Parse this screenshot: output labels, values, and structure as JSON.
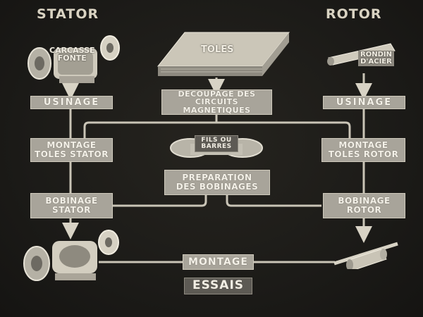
{
  "stator": {
    "title": "STATOR",
    "frame_label": "CARCASSE\nFONTE",
    "machining": "USINAGE",
    "stack": "MONTAGE\nTOLES STATOR",
    "winding": "BOBINAGE\nSTATOR"
  },
  "center": {
    "sheets_label": "TOLES",
    "cutting": "DECOUPAGE DES\nCIRCUITS MAGNETIQUES",
    "wires_label": "FILS OU\nBARRES",
    "prep": "PREPARATION\nDES BOBINAGES",
    "assembly": "MONTAGE",
    "tests": "ESSAIS"
  },
  "rotor": {
    "title": "ROTOR",
    "bar_label": "RONDIN\nD'ACIER",
    "machining": "USINAGE",
    "stack": "MONTAGE\nTOLES ROTOR",
    "winding": "BOBINAGE\nROTOR"
  },
  "colors": {
    "background": "#1d1c1a",
    "box_fill": "#a8a49a",
    "box_text": "#f4f1e8",
    "line": "#c9c4b6",
    "title_text": "#d9d3c2"
  }
}
